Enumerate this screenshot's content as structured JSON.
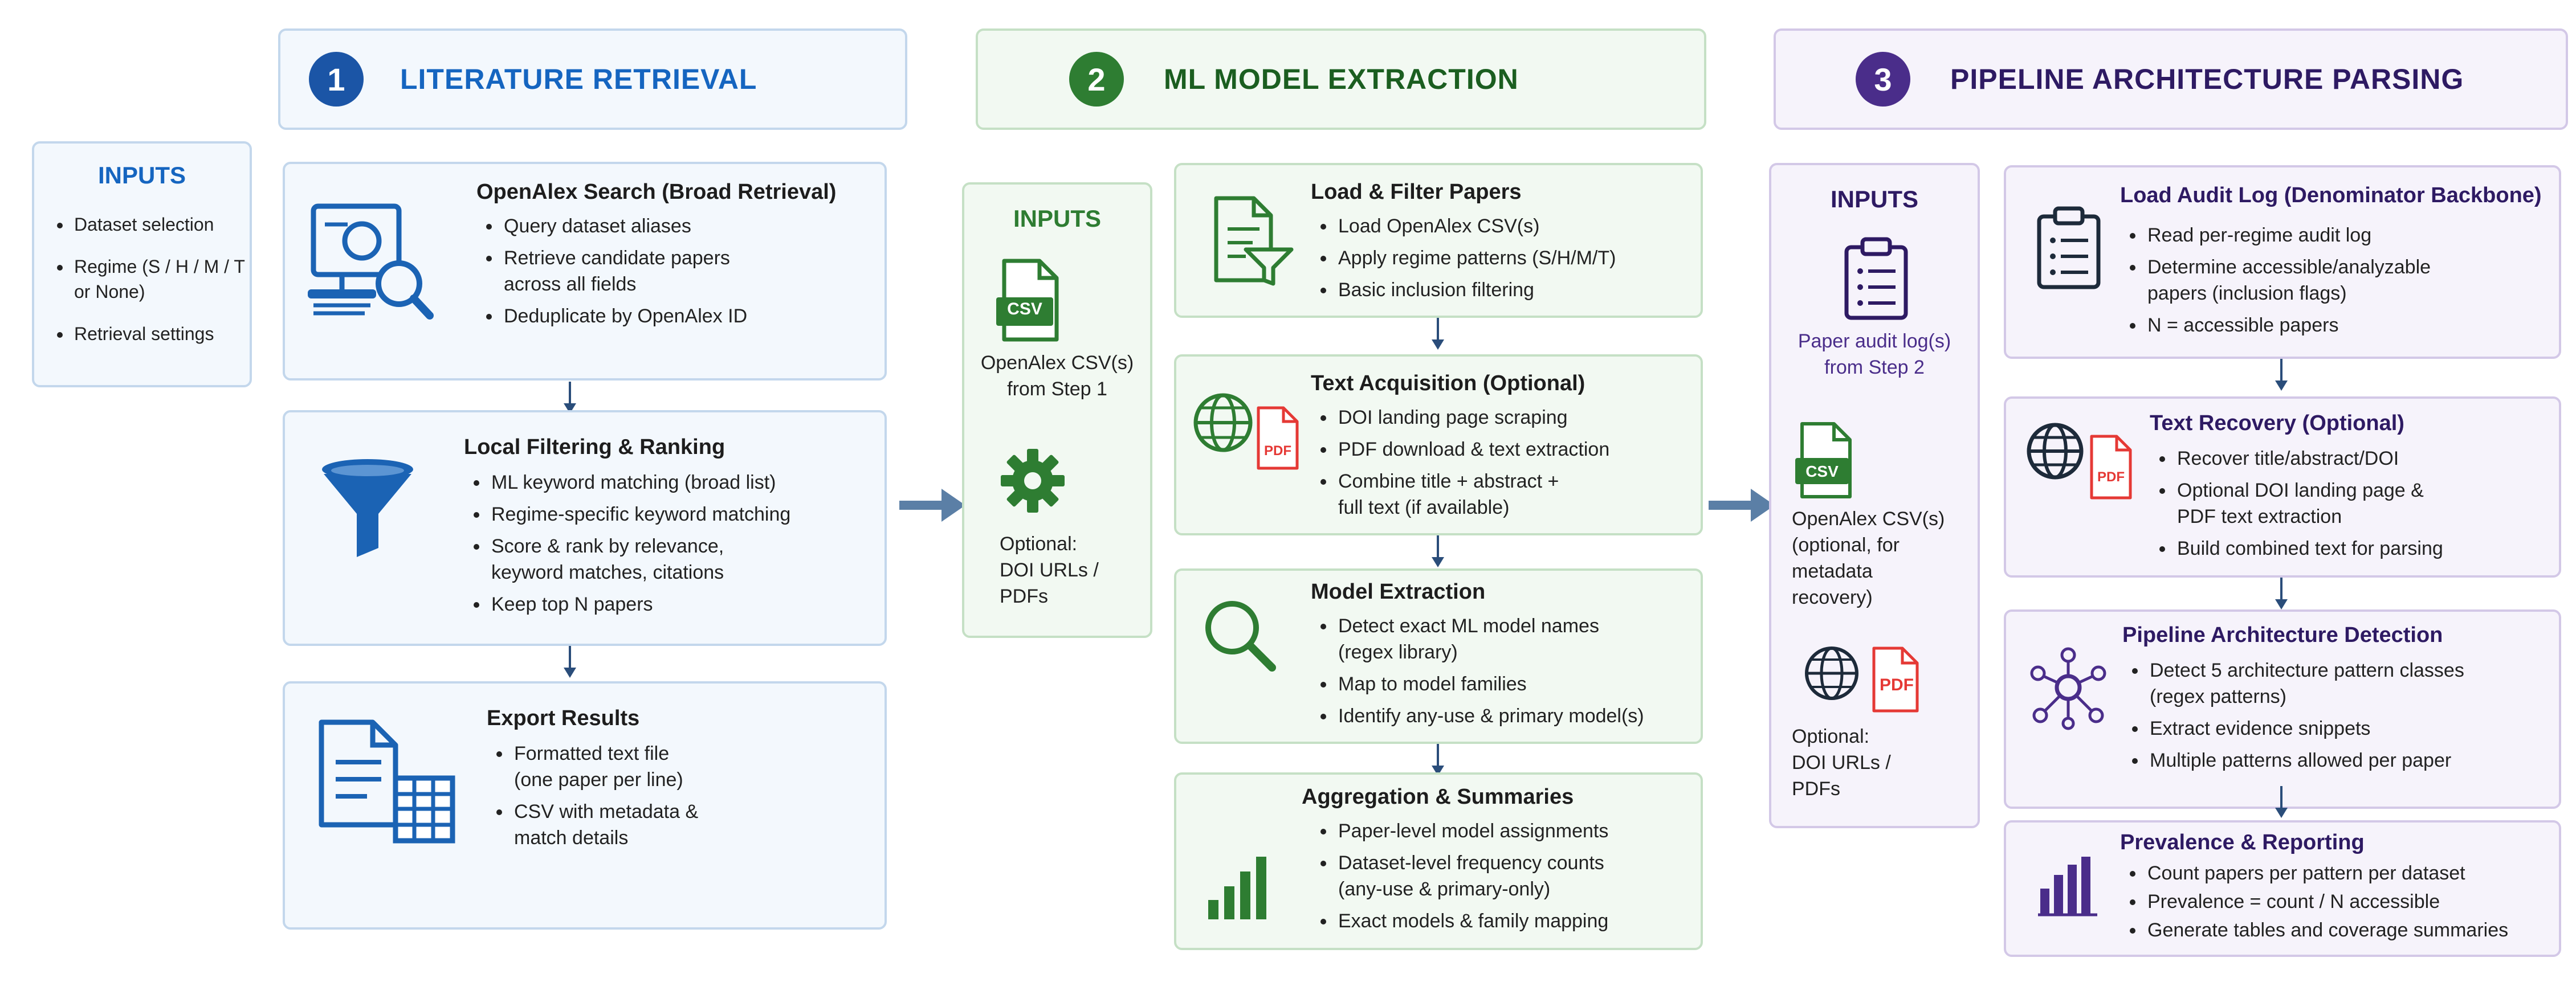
{
  "colors": {
    "blue_accent": "#1b63b4",
    "blue_title": "#1565c0",
    "green_accent": "#2e7d32",
    "purple_accent": "#4a2d8a",
    "pdf_red": "#e53935",
    "arrow": "#5b7fa6"
  },
  "inputs_left": {
    "title": "INPUTS",
    "items": [
      "Dataset selection",
      "Regime (S / H / M / T",
      "or None)",
      "Retrieval settings"
    ]
  },
  "section1": {
    "number": "1",
    "title": "LITERATURE RETRIEVAL",
    "cards": [
      {
        "title": "OpenAlex Search (Broad Retrieval)",
        "icon": "computer-search-icon",
        "bullets": [
          [
            "Query dataset aliases"
          ],
          [
            "Retrieve candidate papers",
            "across all fields"
          ],
          [
            "Deduplicate by OpenAlex ID"
          ]
        ]
      },
      {
        "title": "Local Filtering & Ranking",
        "icon": "funnel-icon",
        "bullets": [
          [
            "ML keyword matching (broad list)"
          ],
          [
            "Regime-specific keyword matching"
          ],
          [
            "Score & rank by relevance,",
            "keyword matches, citations"
          ],
          [
            "Keep top N papers"
          ]
        ]
      },
      {
        "title": "Export Results",
        "icon": "document-table-icon",
        "bullets": [
          [
            "Formatted text file",
            "(one paper per line)"
          ],
          [
            "CSV with metadata &",
            "match details"
          ]
        ]
      }
    ]
  },
  "section2": {
    "number": "2",
    "title": "ML MODEL EXTRACTION",
    "inputs": {
      "title": "INPUTS",
      "csv_label": "CSV",
      "text1": [
        "OpenAlex CSV(s)",
        "from Step 1"
      ],
      "text2": [
        "Optional:",
        "DOI URLs /",
        "PDFs"
      ]
    },
    "cards": [
      {
        "title": "Load & Filter Papers",
        "icon": "document-filter-icon",
        "bullets": [
          [
            "Load OpenAlex CSV(s)"
          ],
          [
            "Apply regime patterns (S/H/M/T)"
          ],
          [
            "Basic inclusion filtering"
          ]
        ]
      },
      {
        "title": "Text Acquisition (Optional)",
        "icon": "globe-pdf-icon",
        "bullets": [
          [
            "DOI landing page scraping"
          ],
          [
            "PDF download & text extraction"
          ],
          [
            "Combine title + abstract +",
            "full text (if available)"
          ]
        ]
      },
      {
        "title": "Model Extraction",
        "icon": "magnifier-icon",
        "bullets": [
          [
            "Detect exact ML model names",
            "(regex library)"
          ],
          [
            "Map to model families"
          ],
          [
            "Identify any-use & primary model(s)"
          ]
        ]
      },
      {
        "title": "Aggregation & Summaries",
        "icon": "bar-chart-icon",
        "bullets": [
          [
            "Paper-level model assignments"
          ],
          [
            "Dataset-level frequency counts",
            "(any-use & primary-only)"
          ],
          [
            "Exact models & family mapping"
          ]
        ]
      }
    ]
  },
  "section3": {
    "number": "3",
    "title": "PIPELINE ARCHITECTURE PARSING",
    "inputs": {
      "title": "INPUTS",
      "text1": [
        "Paper audit log(s)",
        "from Step 2"
      ],
      "csv_label": "CSV",
      "text2": [
        "OpenAlex CSV(s)",
        "(optional, for",
        "metadata",
        "recovery)"
      ],
      "pdf_label": "PDF",
      "text3": [
        "Optional:",
        "DOI URLs /",
        "PDFs"
      ]
    },
    "cards": [
      {
        "title": "Load Audit Log (Denominator Backbone)",
        "icon": "clipboard-list-icon",
        "bullets": [
          [
            "Read per-regime audit log"
          ],
          [
            "Determine accessible/analyzable",
            "papers (inclusion flags)"
          ],
          [
            "N = accessible papers"
          ]
        ]
      },
      {
        "title": "Text Recovery (Optional)",
        "icon": "globe-pdf-icon",
        "bullets": [
          [
            "Recover title/abstract/DOI"
          ],
          [
            "Optional DOI landing page &",
            "PDF text extraction"
          ],
          [
            "Build combined text for parsing"
          ]
        ]
      },
      {
        "title": "Pipeline Architecture Detection",
        "icon": "network-icon",
        "bullets": [
          [
            "Detect 5 architecture pattern classes",
            "(regex patterns)"
          ],
          [
            "Extract evidence snippets"
          ],
          [
            "Multiple patterns allowed per paper"
          ]
        ]
      },
      {
        "title": "Prevalence & Reporting",
        "icon": "bar-chart-icon",
        "bullets": [
          [
            "Count papers per pattern per dataset"
          ],
          [
            "Prevalence = count / N accessible"
          ],
          [
            "Generate tables and coverage summaries"
          ]
        ]
      }
    ]
  },
  "pdf_label": "PDF"
}
